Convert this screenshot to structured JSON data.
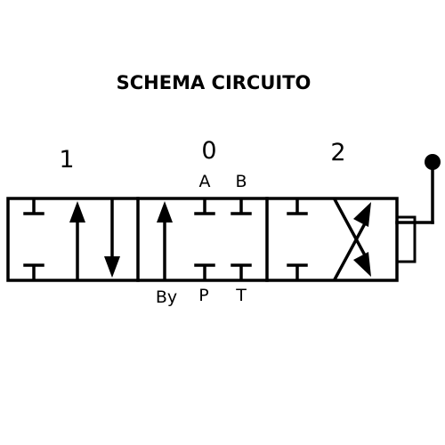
{
  "title": "SCHEMA CIRCUITO",
  "positions": {
    "left": "1",
    "center": "0",
    "right": "2"
  },
  "ports": {
    "a": "A",
    "b": "B",
    "by": "By",
    "p": "P",
    "t": "T"
  },
  "colors": {
    "line": "#000000",
    "background": "#ffffff"
  }
}
